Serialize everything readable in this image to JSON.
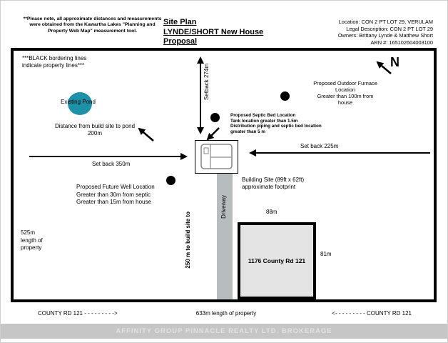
{
  "header": {
    "disclaimer": "**Please note, all approximate distances and measurements were obtained from the Kawartha Lakes \"Planning and Property Web Map\" measurement tool.",
    "title_lines": [
      "Site Plan",
      "LYNDE/SHORT New House",
      "Proposal"
    ],
    "info_lines": [
      "Location: CON 2 PT LOT 29, VERULAM",
      "Legal Description: CON 2 PT LOT 29",
      "Owners: Brittany Lynde & Matthew Short",
      "ARN #: 165102604003100"
    ]
  },
  "plan": {
    "border_note_lines": [
      "***BLACK bordering lines",
      "indicate property lines***"
    ],
    "pond_label": "Existing Pond",
    "pond_distance_lines": [
      "Distance from build site to pond",
      "200m"
    ],
    "setback_vertical_label": "Setback 274m",
    "north_label": "N",
    "furnace_lines": [
      "Proposed Outdoor Furnace",
      "Location",
      "Greater than 100m from",
      "house"
    ],
    "septic_lines": [
      "Proposed Septic Bed Location",
      "Tank location greater than 1.5m",
      "Distribution piping and septic bed location",
      "greater than 5 m"
    ],
    "setback_left_label": "Set back 350m",
    "setback_right_label": "Set back 225m",
    "building_site_lines": [
      "Building Site (89ft x 62ft)",
      "approximate footprint"
    ],
    "well_lines": [
      "Proposed Future Well Location",
      "Greater than 30m from septic",
      "Greater than 15m from house"
    ],
    "driveway_label": "Driveway",
    "driveway_distance_label": "250 m to build site to",
    "dim_top_label": "88m",
    "dim_right_label": "81m",
    "building_label": "1176 County Rd 121",
    "left_length_lines": [
      "525m",
      "length of",
      "property"
    ]
  },
  "footer": {
    "road_left": "COUNTY RD 121  - - - - - - - - ->",
    "length_label": "633m length of property",
    "road_right": "<- - - - - - - - -  COUNTY RD 121",
    "watermark": "AFFINITY GROUP PINNACLE REALTY LTD. BROKERAGE"
  },
  "colors": {
    "pond": "#1d91a8",
    "driveway": "#b7bdbf",
    "building_fill": "#e4e4e4"
  }
}
